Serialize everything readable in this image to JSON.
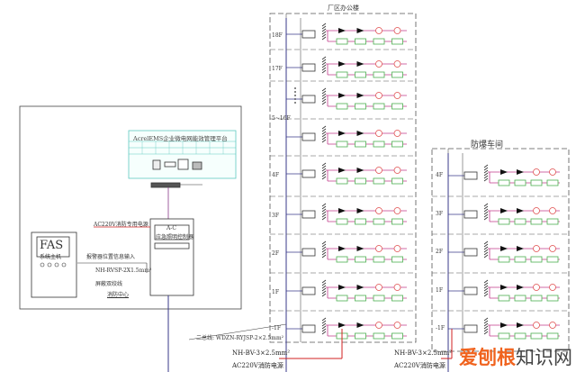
{
  "control_room": {
    "platform_title": "AcrelEMS企业微电网能效管理平台",
    "controller_title": "A-C",
    "controller_subtitle": "应急照明控制器",
    "fas_title": "FAS",
    "fas_subtitle": "系统主机",
    "ac_power_label": "AC220V消防专用电源",
    "alarm_input_label": "报警器位置信息输入",
    "cable_label": "NH-RVSP-2X1.5mm²",
    "cable_sub_label": "屏蔽双绞线",
    "room_label": "消防中心"
  },
  "bus_label": "二总线: WDZN-RYJSP-2×2.5mm²",
  "power_label": "NH-BV-3×2.5mm²",
  "power_sub_label": "AC220V消防电源",
  "office_building": {
    "title": "厂区办公楼",
    "floors": [
      "18F",
      "17F",
      "5~16F",
      "4F",
      "3F",
      "2F",
      "1F",
      "-1F"
    ]
  },
  "workshop": {
    "title": "防爆车间",
    "floors": [
      "4F",
      "3F",
      "2F",
      "1F",
      "-1F"
    ]
  },
  "watermark": {
    "brand": "爱刨根",
    "suffix": "知识网"
  },
  "colors": {
    "bus": "#3a3a8a",
    "light_line": "#c03a8a",
    "exit_sign": "#4caf50",
    "lamp": "#e05050",
    "panel": "#5fc9c0",
    "power": "#d02020"
  }
}
